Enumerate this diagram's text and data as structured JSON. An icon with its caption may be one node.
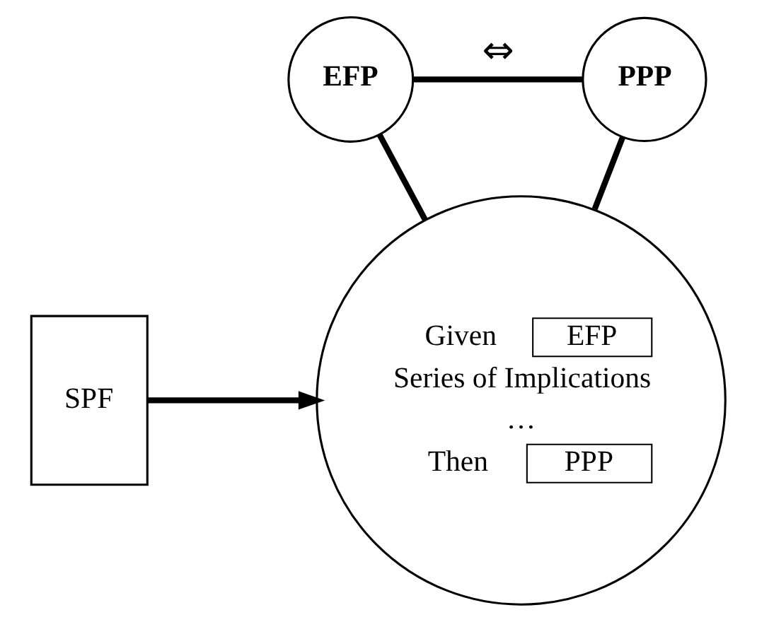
{
  "diagram": {
    "nodes": [
      {
        "text": [
          "EFP"
        ]
      },
      {
        "text": [
          "PPP"
        ]
      },
      {
        "text": [
          "Given",
          "EFP",
          "Series of Implications",
          "…",
          "Then",
          "PPP"
        ]
      },
      {
        "text": [
          "SPF"
        ]
      }
    ],
    "edges": [
      {
        "from": 0,
        "to": 1,
        "arrow": "none",
        "label": "⇔"
      },
      {
        "from": 0,
        "to": 2,
        "arrow": "none"
      },
      {
        "from": 1,
        "to": 2,
        "arrow": "none"
      },
      {
        "from": 3,
        "to": 2,
        "arrow": "to"
      }
    ]
  }
}
